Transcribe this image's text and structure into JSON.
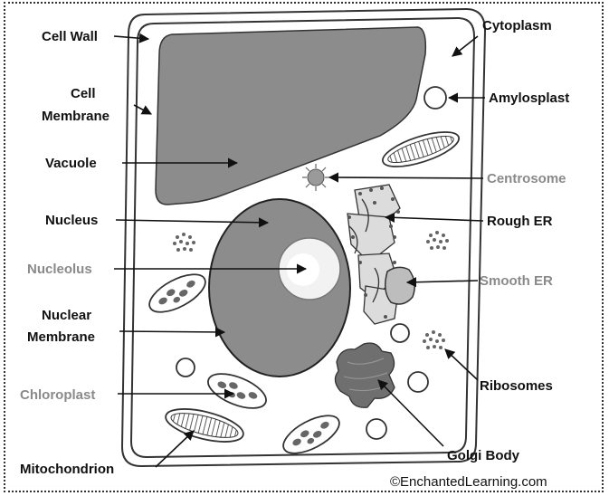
{
  "labels": {
    "cell_wall": "Cell Wall",
    "cell_membrane_1": "Cell",
    "cell_membrane_2": "Membrane",
    "vacuole": "Vacuole",
    "nucleus": "Nucleus",
    "nucleolus": "Nucleolus",
    "nuclear_membrane_1": "Nuclear",
    "nuclear_membrane_2": "Membrane",
    "chloroplast": "Chloroplast",
    "mitochondrion": "Mitochondrion",
    "cytoplasm": "Cytoplasm",
    "amylosplast": "Amylosplast",
    "centrosome": "Centrosome",
    "rough_er": "Rough ER",
    "smooth_er": "Smooth ER",
    "ribosomes": "Ribosomes",
    "golgi_body": "Golgi Body"
  },
  "credit": "©EnchantedLearning.com",
  "colors": {
    "organelle_fill": "#8c8c8c",
    "label_dark": "#111111",
    "label_grey": "#8a8a8a",
    "cell_fill": "#ffffff"
  }
}
